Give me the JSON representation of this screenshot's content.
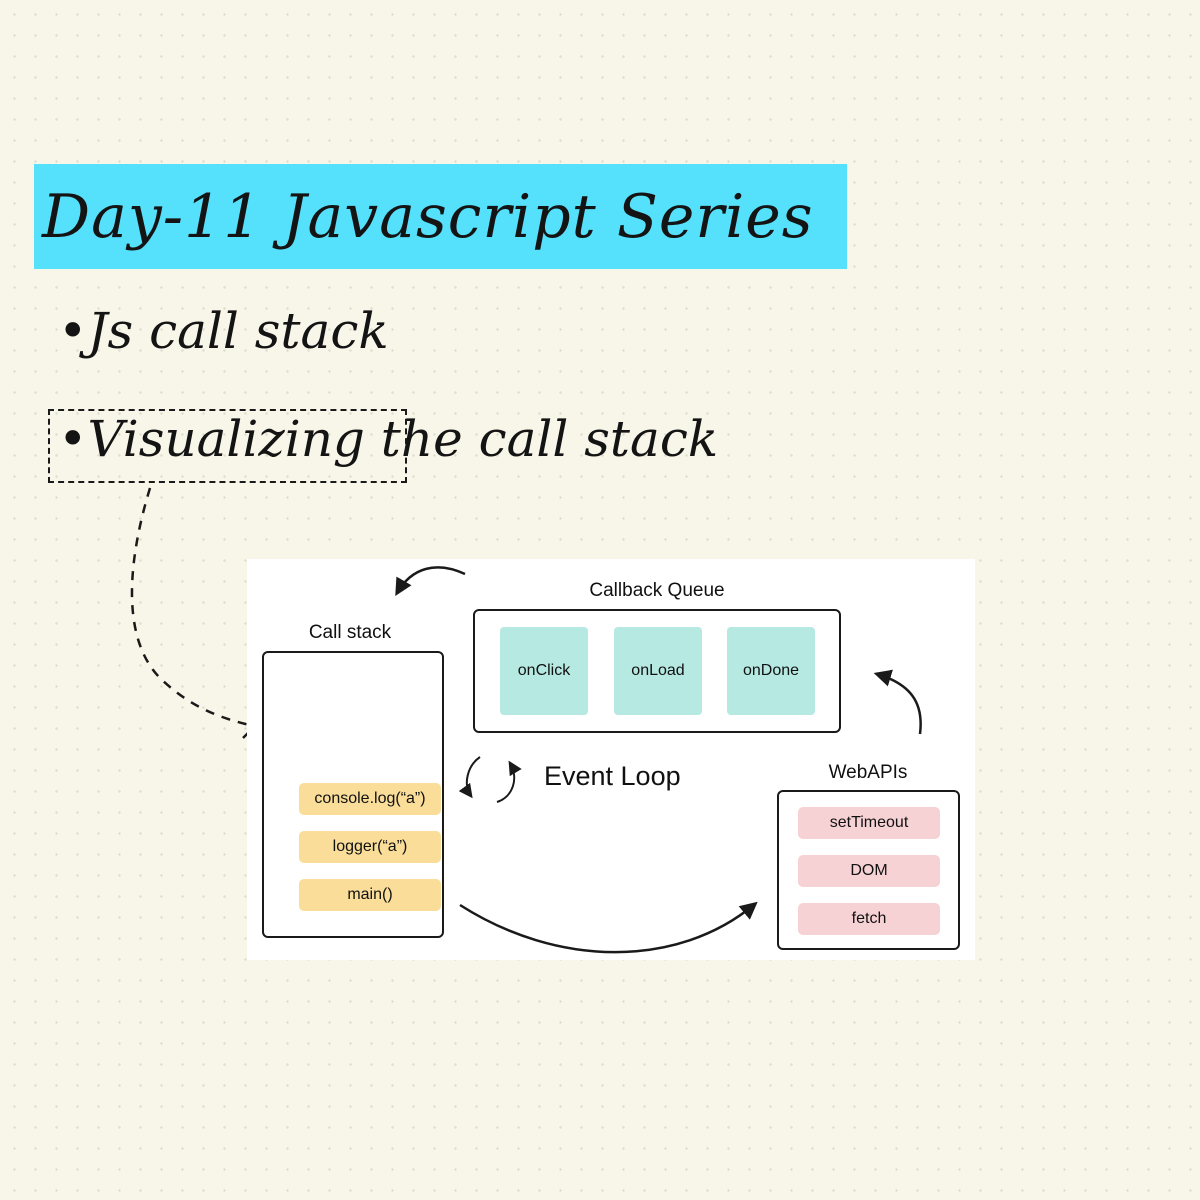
{
  "title": "Day-11 Javascript Series",
  "bullets": [
    "•Js call stack",
    "•Visualizing the call stack"
  ],
  "diagram": {
    "call_stack": {
      "label": "Call stack",
      "items": [
        "console.log(“a”)",
        "logger(“a”)",
        "main()"
      ]
    },
    "callback_queue": {
      "label": "Callback Queue",
      "items": [
        "onClick",
        "onLoad",
        "onDone"
      ]
    },
    "event_loop": {
      "label": "Event Loop"
    },
    "web_apis": {
      "label": "WebAPIs",
      "items": [
        "setTimeout",
        "DOM",
        "fetch"
      ]
    }
  },
  "colors": {
    "background": "#f8f6e9",
    "title_highlight": "#55e0fb",
    "stack_item": "#f9dd98",
    "queue_item": "#b5e9e2",
    "webapi_item": "#f7d2d5",
    "panel": "#ffffff"
  }
}
